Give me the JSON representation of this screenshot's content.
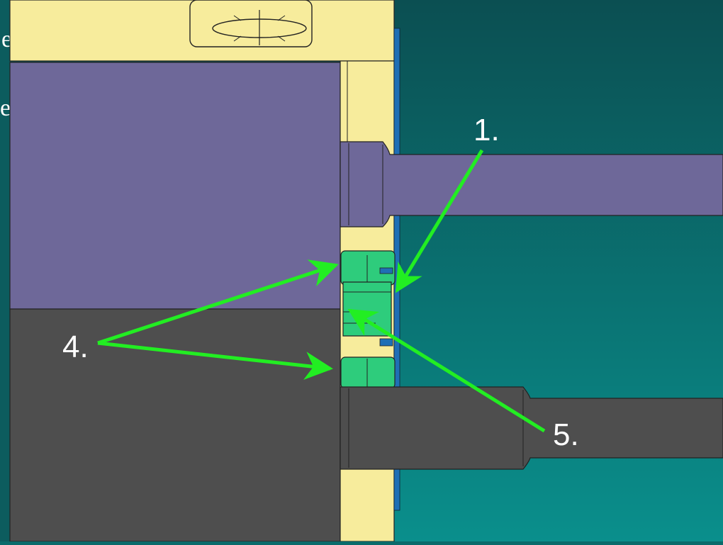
{
  "slide_text_fragments": [
    "e",
    "e."
  ],
  "callouts": {
    "label_1": "1.",
    "label_4": "4.",
    "label_5": "5."
  },
  "colors": {
    "background_dark": "#0b4f52",
    "background_light": "#0a8f8c",
    "purple_part": "#6e6899",
    "dark_gray_part": "#4e4e4e",
    "yellow_part": "#f7ec9c",
    "green_part": "#2ecc7c",
    "blue_part": "#1f6fb5",
    "arrow": "#22ee22"
  }
}
